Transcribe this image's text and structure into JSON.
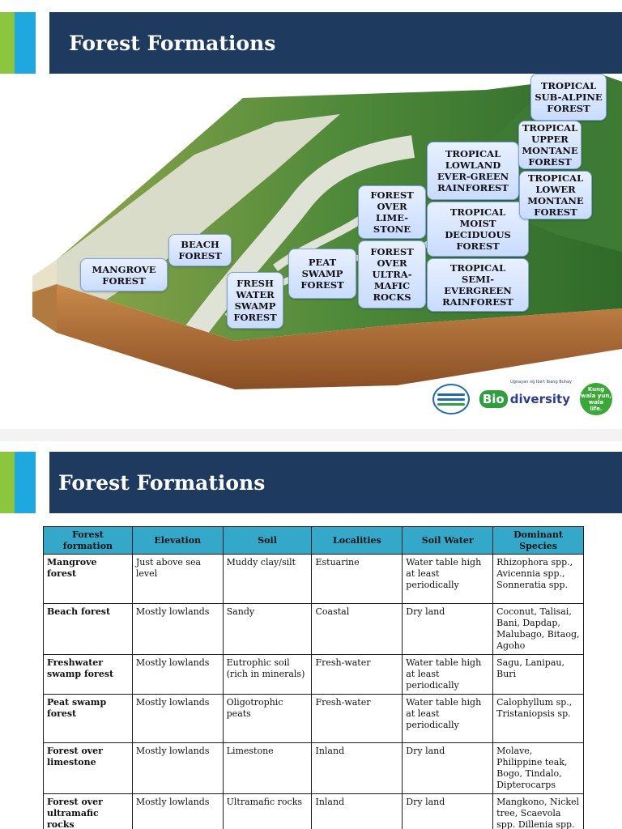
{
  "slide1": {
    "title": "Forest Formations",
    "callouts": [
      {
        "id": "mangrove",
        "label": "MANGROVE\nFOREST"
      },
      {
        "id": "beach",
        "label": "BEACH\nFOREST"
      },
      {
        "id": "freshwater",
        "label": "FRESH\nWATER\nSWAMP\nFOREST"
      },
      {
        "id": "peat",
        "label": "PEAT\nSWAMP\nFOREST"
      },
      {
        "id": "limestone",
        "label": "FOREST\nOVER\nLIME-\nSTONE"
      },
      {
        "id": "ultramafic",
        "label": "FOREST\nOVER\nULTRA-\nMAFIC\nROCKS"
      },
      {
        "id": "lowland",
        "label": "TROPICAL\nLOWLAND\nEVER-GREEN\nRAINFOREST"
      },
      {
        "id": "moist",
        "label": "TROPICAL\nMOIST\nDECIDUOUS\nFOREST"
      },
      {
        "id": "semi",
        "label": "TROPICAL\nSEMI-\nEVERGREEN\nRAINFOREST"
      },
      {
        "id": "subalpine",
        "label": "TROPICAL\nSUB-ALPINE\nFOREST"
      },
      {
        "id": "upper",
        "label": "TROPICAL\nUPPER\nMONTANE\nFOREST"
      },
      {
        "id": "lower",
        "label": "TROPICAL\nLOWER\nMONTANE\nFOREST"
      }
    ]
  },
  "logos": {
    "bio_part1": "Bio",
    "bio_part2": "diversity",
    "bio_tagline": "Ugnayan ng Iba't Ibang Buhay",
    "kung_text": "Kung\nwala yun,\nwala\nlife."
  },
  "slide2": {
    "title": "Forest Formations",
    "table": {
      "headers": [
        "Forest formation",
        "Elevation",
        "Soil",
        "Localities",
        "Soil Water",
        "Dominant Species"
      ],
      "rows": [
        [
          "Mangrove forest",
          "Just above sea level",
          "Muddy clay/silt",
          "Estuarine",
          "Water table high at least periodically",
          "Rhizophora spp., Avicennia spp., Sonneratia spp."
        ],
        [
          "Beach forest",
          "Mostly lowlands",
          "Sandy",
          "Coastal",
          "Dry land",
          "Coconut, Talisai, Bani, Dapdap, Malubago, Bitaog, Agoho"
        ],
        [
          "Freshwater swamp forest",
          "Mostly lowlands",
          "Eutrophic soil (rich in minerals)",
          "Fresh-water",
          "Water table high at least periodically",
          "Sagu, Lanipau, Buri"
        ],
        [
          "Peat swamp forest",
          "Mostly lowlands",
          "Oligotrophic peats",
          "Fresh-water",
          "Water table high at least periodically",
          "Calophyllum sp., Tristaniopsis sp."
        ],
        [
          "Forest over limestone",
          "Mostly lowlands",
          "Limestone",
          "Inland",
          "Dry land",
          "Molave, Philippine teak, Bogo, Tindalo, Dipterocarps"
        ],
        [
          "Forest over ultramafic rocks",
          "Mostly lowlands",
          "Ultramafic rocks",
          "Inland",
          "Dry land",
          "Mangkono, Nickel tree, Scaevola spp. Dillenia spp."
        ]
      ]
    }
  }
}
